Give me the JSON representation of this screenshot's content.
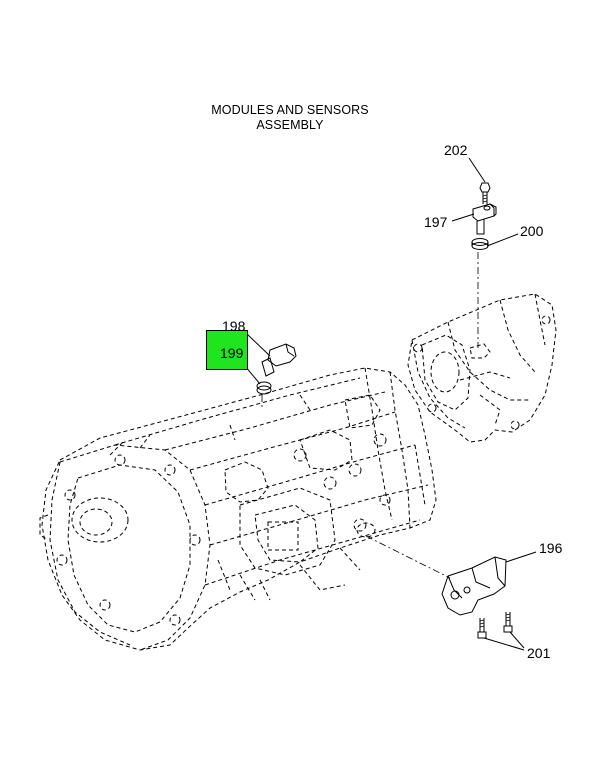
{
  "title": {
    "line1": "MODULES AND SENSORS",
    "line2": "ASSEMBLY"
  },
  "highlight_color": "#1fe51f",
  "callouts": {
    "p196": "196",
    "p197": "197",
    "p198": "198",
    "p199": "199",
    "p200": "200",
    "p201": "201",
    "p202": "202"
  }
}
